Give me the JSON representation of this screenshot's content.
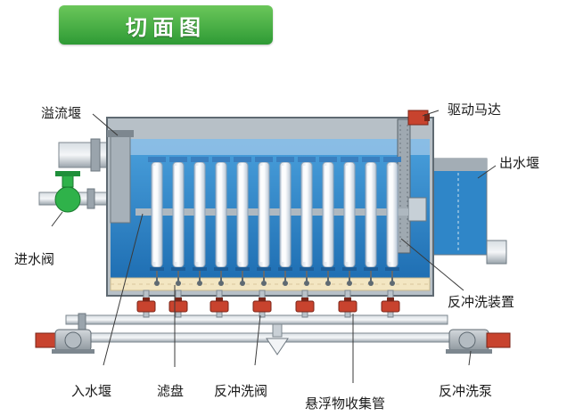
{
  "title": "切面图",
  "labels": {
    "overflow_weir": "溢流堰",
    "drive_motor": "驱动马达",
    "outlet_weir": "出水堰",
    "inlet_valve": "进水阀",
    "backwash_device": "反冲洗装置",
    "inlet_weir": "入水堰",
    "filter_disc": "滤盘",
    "backwash_valve": "反冲洗阀",
    "suspended_collector": "悬浮物收集管",
    "backwash_pump": "反冲洗泵"
  },
  "colors": {
    "title_green": "#3aa63f",
    "water_blue": "#2f86c8",
    "tank_gray": "#8f9aa3",
    "valve_red": "#c8432e",
    "inlet_valve_green": "#2fb24a"
  }
}
